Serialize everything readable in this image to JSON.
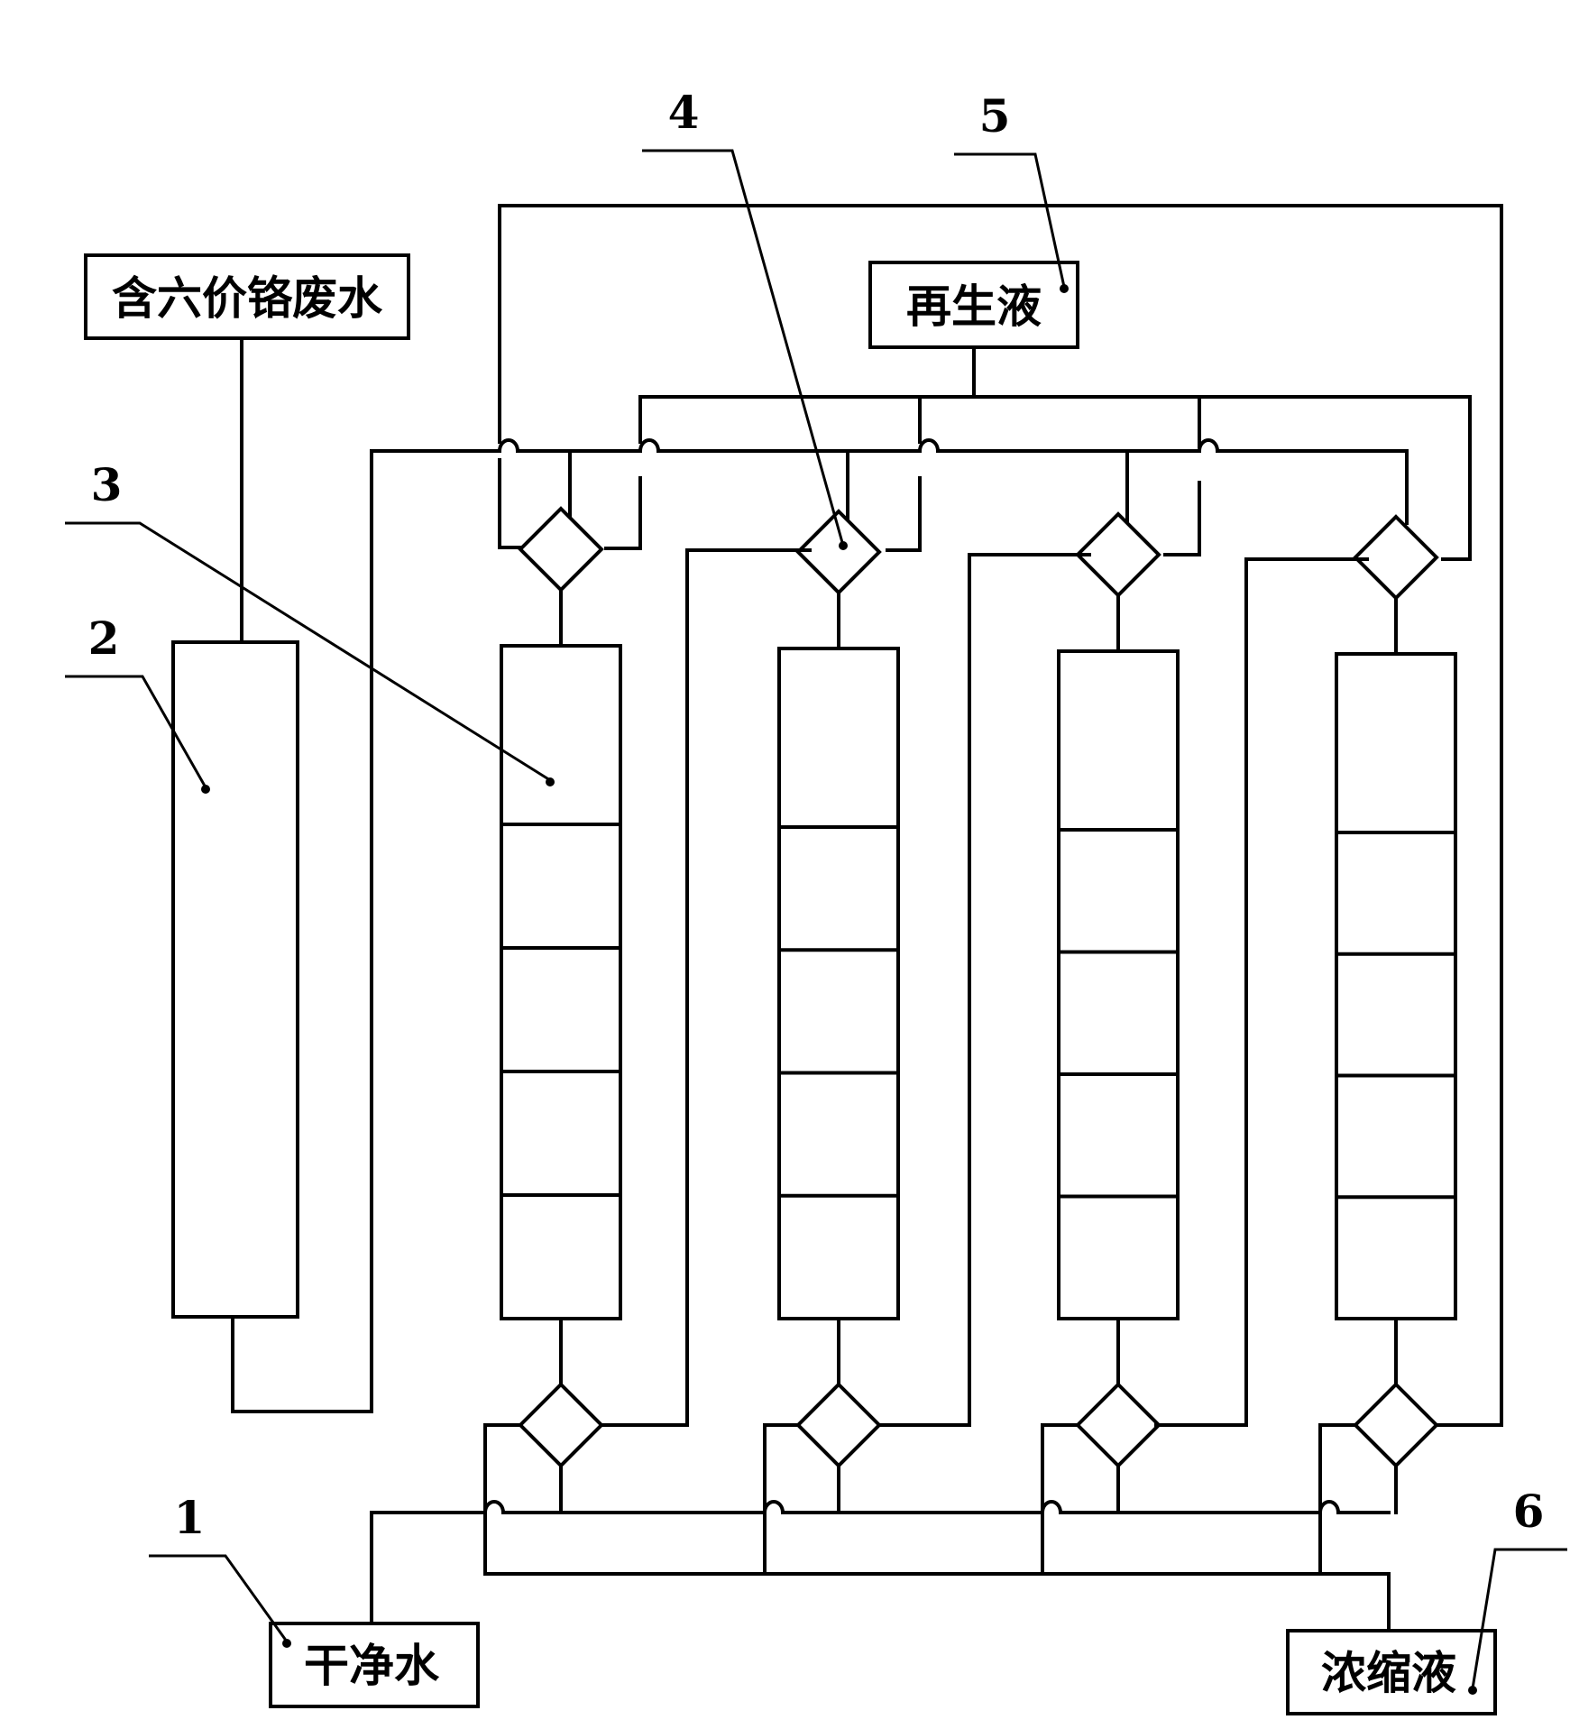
{
  "labels": {
    "wastewater": "含六价铬废水",
    "regenerant": "再生液",
    "clean_water": "干净水",
    "concentrate": "浓缩液"
  },
  "callouts": {
    "n1": "1",
    "n2": "2",
    "n3": "3",
    "n4": "4",
    "n5": "5",
    "n6": "6"
  }
}
